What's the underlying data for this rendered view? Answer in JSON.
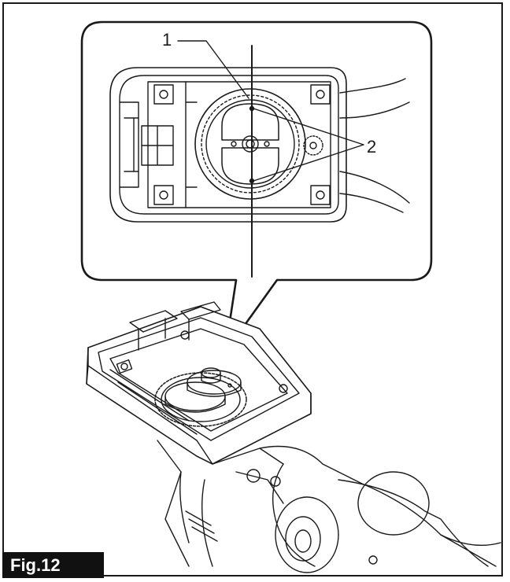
{
  "figure": {
    "caption": "Fig.12",
    "callouts": [
      {
        "id": "1",
        "text": "1"
      },
      {
        "id": "2",
        "text": "2"
      }
    ]
  },
  "colors": {
    "line": "#1a1a1a",
    "paper": "#ffffff",
    "caption_bg": "#111111",
    "caption_text": "#ffffff"
  }
}
